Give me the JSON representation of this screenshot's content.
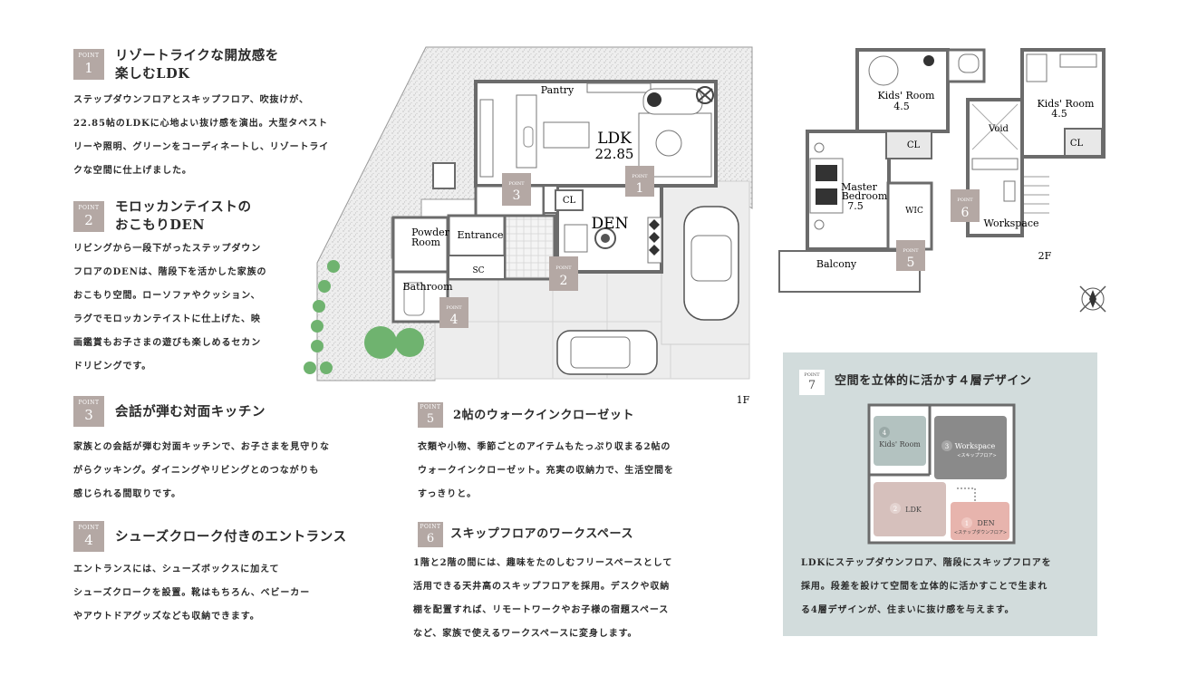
{
  "points": [
    {
      "no": "1",
      "badge": "POINT",
      "title": [
        "リゾートライクな開放感を",
        "楽しむLDK"
      ],
      "body": [
        "ステップダウンフロアとスキップフロア、吹抜けが、",
        "22.85帖のLDKに心地よい抜け感を演出。大型タペスト",
        "リーや照明、グリーンをコーディネートし、リゾートライ",
        "クな空間に仕上げました。"
      ]
    },
    {
      "no": "2",
      "badge": "POINT",
      "title": [
        "モロッカンテイストの",
        "おこもりDEN"
      ],
      "body": [
        "リビングから一段下がったステップダウン",
        "フロアのDENは、階段下を活かした家族の",
        "おこもり空間。ローソファやクッション、",
        "ラグでモロッカンテイストに仕上げた、映",
        "画鑑賞もお子さまの遊びも楽しめるセカン",
        "ドリビングです。"
      ]
    },
    {
      "no": "3",
      "badge": "POINT",
      "title": [
        "会話が弾む対面キッチン"
      ],
      "body": [
        "家族との会話が弾む対面キッチンで、お子さまを見守りな",
        "がらクッキング。ダイニングやリビングとのつながりも",
        "感じられる間取りです。"
      ]
    },
    {
      "no": "4",
      "badge": "POINT",
      "title": [
        "シューズクローク付きのエントランス"
      ],
      "body": [
        "エントランスには、シューズボックスに加えて",
        "シューズクロークを設置。靴はもちろん、ベビーカー",
        "やアウトドアグッズなども収納できます。"
      ]
    },
    {
      "no": "5",
      "badge": "POINT",
      "title": [
        "2帖のウォークインクローゼット"
      ],
      "body": [
        "衣類や小物、季節ごとのアイテムもたっぷり収まる2帖の",
        "ウォークインクローゼット。充実の収納力で、生活空間を",
        "すっきりと。"
      ]
    },
    {
      "no": "6",
      "badge": "POINT",
      "title": [
        "スキップフロアのワークスペース"
      ],
      "body": [
        "1階と2階の間には、趣味をたのしむフリースペースとして",
        "活用できる天井高のスキップフロアを採用。デスクや収納",
        "棚を配置すれば、リモートワークやお子様の宿題スペース",
        "など、家族で使えるワークスペースに変身します。"
      ]
    },
    {
      "no": "7",
      "badge": "POINT",
      "title": [
        "空間を立体的に活かす４層デザイン"
      ],
      "body": [
        "LDKにステップダウンフロア、階段にスキップフロアを",
        "採用。段差を設けて空間を立体的に活かすことで生まれ",
        "る4層デザインが、住まいに抜け感を与えます。"
      ]
    }
  ],
  "floor1": {
    "label": "1F",
    "rooms": {
      "ldk": "LDK",
      "ldk_size": "22.85",
      "pantry": "Pantry",
      "den": "DEN",
      "cl": "CL",
      "powder": "Powder",
      "powder2": "Room",
      "entrance": "Entrance",
      "sc": "SC",
      "bathroom": "Bathroom"
    },
    "markers": [
      "1",
      "2",
      "3",
      "4"
    ]
  },
  "floor2": {
    "label": "2F",
    "rooms": {
      "kids1": "Kids' Room",
      "kids1_size": "4.5",
      "kids2": "Kids' Room",
      "kids2_size": "4.5",
      "cl1": "CL",
      "cl2": "CL",
      "void": "Void",
      "master1": "Master",
      "master2": "Bedroom",
      "master_size": "7.5",
      "wic": "WIC",
      "workspace": "Workspace",
      "balcony": "Balcony"
    },
    "markers": [
      "5",
      "6"
    ]
  },
  "section": {
    "kids": "Kids' Room",
    "kids_no": "4",
    "workspace": "Workspace",
    "workspace_no": "3",
    "workspace_sub": "<スキップフロア>",
    "ldk": "LDK",
    "ldk_no": "2",
    "den": "DEN",
    "den_no": "1",
    "den_sub": "<ステップダウンフロア>"
  },
  "colors": {
    "badge": "#b4a8a4",
    "panel": "#d2dcdc",
    "wall": "#6b6b6b",
    "garden": "#e6e6e6",
    "plant": "#6fb36f"
  }
}
